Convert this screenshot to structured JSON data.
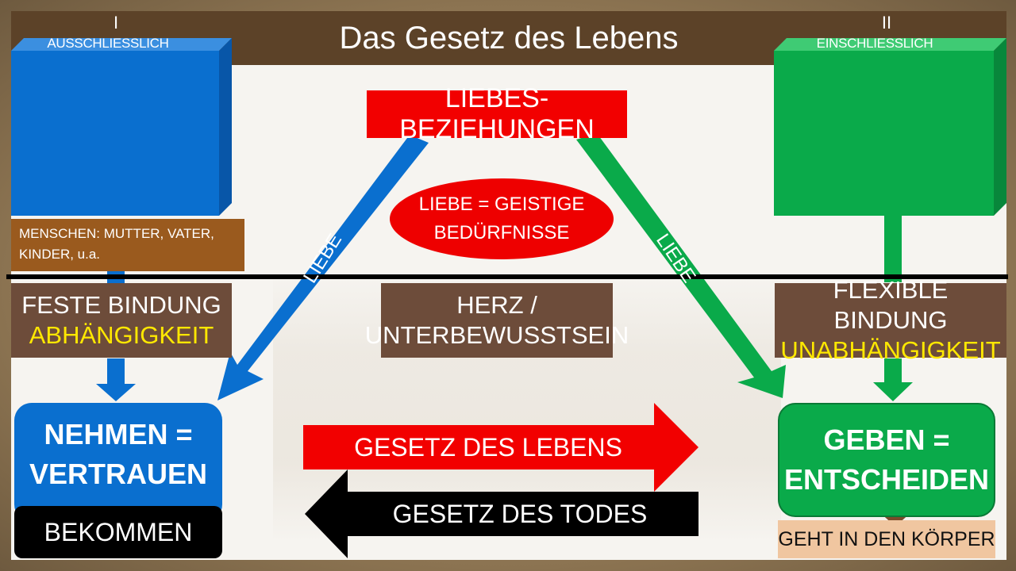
{
  "title": "Das Gesetz des Lebens",
  "left": {
    "roman": "I",
    "label": "AUSSCHLIESSLICH",
    "people": "MENSCHEN: MUTTER, VATER, KINDER, u.a.",
    "bond_line1": "FESTE BINDUNG",
    "bond_line2": "ABHÄNGIGKEIT",
    "result_line1": "NEHMEN =",
    "result_line2": "VERTRAUEN",
    "bottom": "BEKOMMEN",
    "color": "#0a6fcf"
  },
  "right": {
    "roman": "II",
    "label": "EINSCHLIESSLICH",
    "bond_line1": "FLEXIBLE BINDUNG",
    "bond_line2": "UNABHÄNGIGKEIT",
    "result_line1": "GEBEN =",
    "result_line2": "ENTSCHEIDEN",
    "bottom": "GEHT IN DEN KÖRPER",
    "color": "#0aaa4a"
  },
  "top_box": "LIEBES-BEZIEHUNGEN",
  "ellipse_line1": "LIEBE = GEISTIGE",
  "ellipse_line2": "BEDÜRFNISSE",
  "arrow_label_left": "LIEBE",
  "arrow_label_right": "LIEBE",
  "center_box_line1": "HERZ /",
  "center_box_line2": "UNTERBEWUSSTSEIN",
  "arrow_life": "GESETZ DES LEBENS",
  "arrow_death": "GESETZ DES TODES",
  "colors": {
    "blue": "#0a6fcf",
    "green": "#0aaa4a",
    "red": "#f20000",
    "brown": "#6d4c3a",
    "yellow": "#ffe800",
    "titlebar": "#5c4228"
  }
}
